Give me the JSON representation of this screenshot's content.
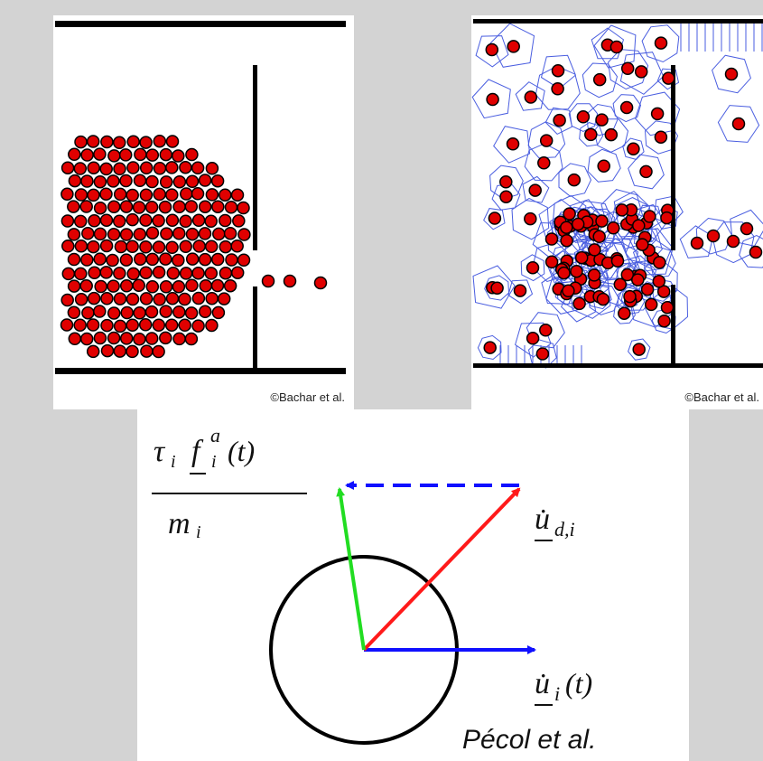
{
  "panels": {
    "left": {
      "credit": "©Bachar et al."
    },
    "right": {
      "credit": "©Bachar et al."
    },
    "bottom": {
      "tau": "τ",
      "sub_i": "i",
      "f": "f",
      "sup_a": "a",
      "arg_t": "(t)",
      "mass": "m",
      "u_dot": "u̇",
      "sub_di": "d,i",
      "author": "Pécol et al."
    }
  },
  "colors": {
    "particle_fill": "#e00000",
    "particle_stroke": "#000000",
    "voronoi": "#4a5ee0",
    "arrow_red": "#ff1a1a",
    "arrow_green": "#22dd22",
    "arrow_blue": "#1010ff",
    "background": "#d3d3d3"
  },
  "icons": [
    "particle-disk-icon",
    "voronoi-cell-lines"
  ]
}
